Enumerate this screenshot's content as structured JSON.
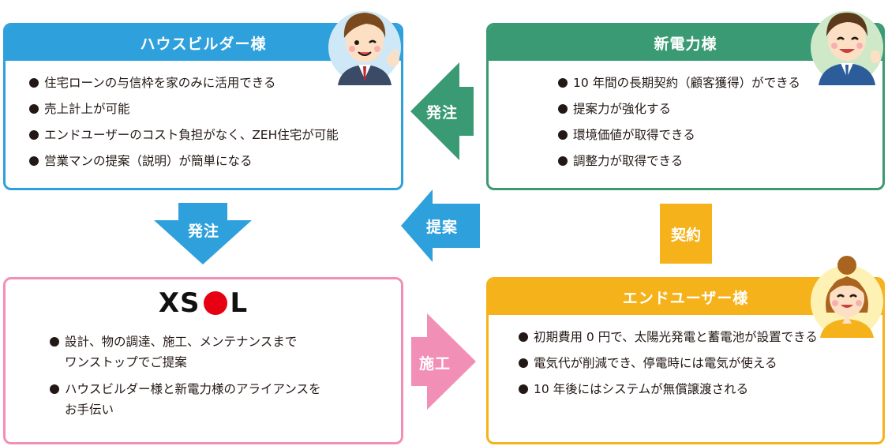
{
  "house_builder": {
    "title": "ハウスビルダー様",
    "items": [
      "住宅ローンの与信枠を家のみに活用できる",
      "売上計上が可能",
      "エンドユーザーのコスト負担がなく、ZEH住宅が可能",
      "営業マンの提案（説明）が簡単になる"
    ]
  },
  "new_power": {
    "title": "新電力様",
    "items": [
      "10 年間の長期契約（顧客獲得）ができる",
      "提案力が強化する",
      "環境価値が取得できる",
      "調整力が取得できる"
    ]
  },
  "xsol": {
    "logo_left": "XS",
    "logo_right": "L",
    "items": [
      [
        "設計、物の調達、施工、メンテナンスまで",
        "ワンストップでご提案"
      ],
      [
        "ハウスビルダー様と新電力様のアライアンスを",
        "お手伝い"
      ]
    ]
  },
  "end_user": {
    "title": "エンドユーザー様",
    "items": [
      "初期費用 0 円で、太陽光発電と蓄電池が設置できる",
      "電気代が削減でき、停電時には電気が使える",
      "10 年後にはシステムが無償譲渡される"
    ]
  },
  "arrows": {
    "order_top": "発注",
    "order_down": "発注",
    "proposal": "提案",
    "contract": "契約",
    "construction": "施工"
  },
  "colors": {
    "blue": "#2ea0dc",
    "green": "#3a9a73",
    "pink": "#f28fb6",
    "orange": "#f5b21b",
    "logo_red": "#e60012"
  }
}
